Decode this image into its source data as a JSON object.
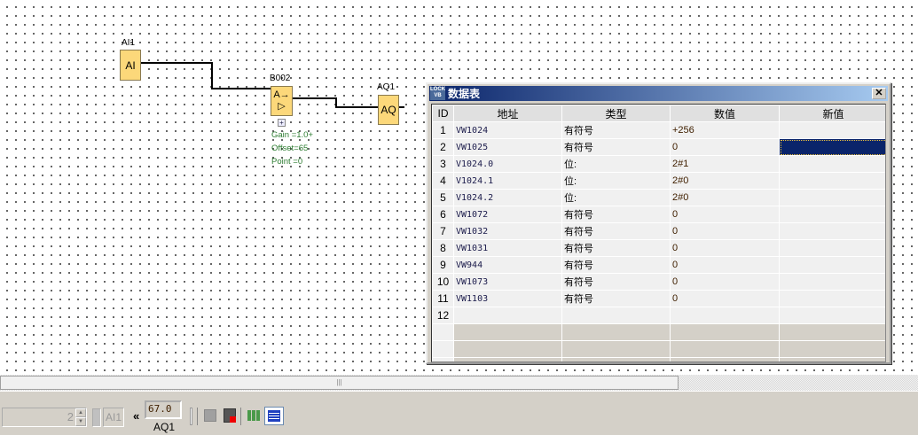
{
  "diagram": {
    "ai1": {
      "label": "AI1",
      "text": "AI"
    },
    "b002": {
      "label": "B002",
      "text_top": "A→",
      "text_bottom": "▷",
      "expand": "+"
    },
    "aq1": {
      "label": "AQ1",
      "text": "AQ"
    },
    "params": [
      "Gain =1.0+",
      "Offset=65",
      "Point =0"
    ]
  },
  "window": {
    "title": "数据表",
    "logo": "LOCK VB",
    "close": "✕",
    "columns": [
      "ID",
      "地址",
      "类型",
      "数值",
      "新值"
    ],
    "rows": [
      {
        "id": "1",
        "addr": "VW1024",
        "type": "有符号",
        "value": "+256",
        "new": ""
      },
      {
        "id": "2",
        "addr": "VW1025",
        "type": "有符号",
        "value": "0",
        "new": ""
      },
      {
        "id": "3",
        "addr": "V1024.0",
        "type": "位:",
        "value": "2#1",
        "new": ""
      },
      {
        "id": "4",
        "addr": "V1024.1",
        "type": "位:",
        "value": "2#0",
        "new": ""
      },
      {
        "id": "5",
        "addr": "V1024.2",
        "type": "位:",
        "value": "2#0",
        "new": ""
      },
      {
        "id": "6",
        "addr": "VW1072",
        "type": "有符号",
        "value": "0",
        "new": ""
      },
      {
        "id": "7",
        "addr": "VW1032",
        "type": "有符号",
        "value": "0",
        "new": ""
      },
      {
        "id": "8",
        "addr": "VW1031",
        "type": "有符号",
        "value": "0",
        "new": ""
      },
      {
        "id": "9",
        "addr": "VW944",
        "type": "有符号",
        "value": "0",
        "new": ""
      },
      {
        "id": "10",
        "addr": "VW1073",
        "type": "有符号",
        "value": "0",
        "new": ""
      },
      {
        "id": "11",
        "addr": "VW1103",
        "type": "有符号",
        "value": "0",
        "new": ""
      },
      {
        "id": "12",
        "addr": "",
        "type": "",
        "value": "",
        "new": ""
      }
    ]
  },
  "toolbar": {
    "spin_value": "2",
    "input_label": "AI1",
    "arrow": "«",
    "output_value": "67.0",
    "output_label": "AQ1"
  }
}
